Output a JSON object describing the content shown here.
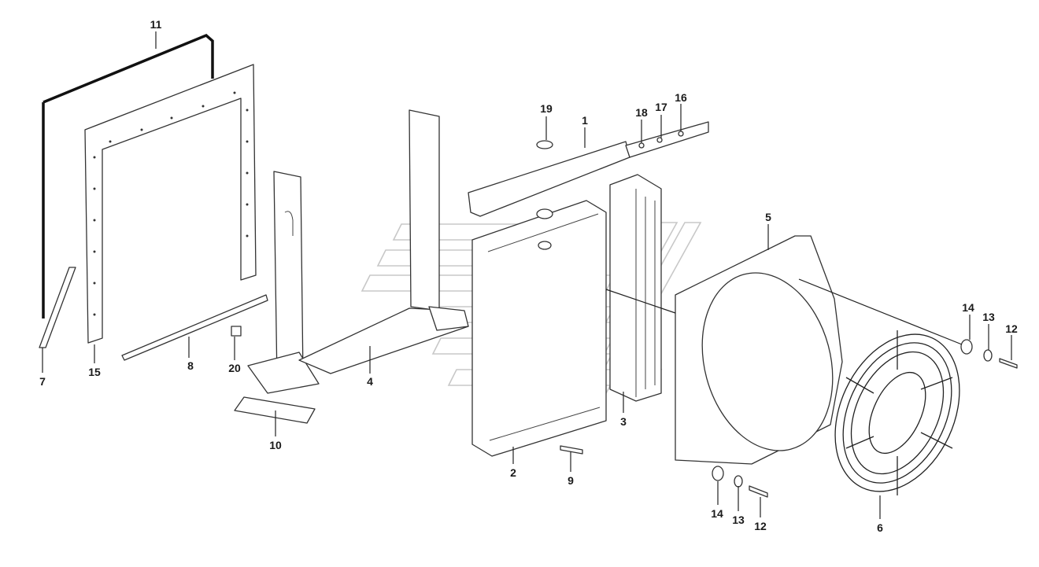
{
  "callouts": {
    "c1": "1",
    "c2": "2",
    "c3": "3",
    "c4": "4",
    "c5": "5",
    "c6": "6",
    "c7": "7",
    "c8": "8",
    "c9": "9",
    "c10": "10",
    "c11": "11",
    "c12a": "12",
    "c12b": "12",
    "c13a": "13",
    "c13b": "13",
    "c14a": "14",
    "c14b": "14",
    "c15": "15",
    "c16": "16",
    "c17": "17",
    "c18": "18",
    "c19": "19",
    "c20": "20"
  }
}
